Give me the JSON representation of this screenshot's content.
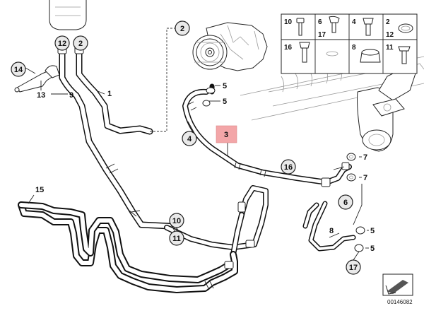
{
  "callouts": {
    "c1": "1",
    "c2a": "2",
    "c2b": "2",
    "c3": "3",
    "c4": "4",
    "c5a": "5",
    "c5b": "5",
    "c5c": "5",
    "c5d": "5",
    "c6": "6",
    "c7a": "7",
    "c7b": "7",
    "c8": "8",
    "c9": "9",
    "c10": "10",
    "c11": "11",
    "c12": "12",
    "c13": "13",
    "c14": "14",
    "c15": "15",
    "c16": "16",
    "c17": "17"
  },
  "parts_kit": {
    "cells": [
      {
        "id": "k10",
        "label": "10"
      },
      {
        "id": "k6",
        "label": "6"
      },
      {
        "id": "k4",
        "label": "4"
      },
      {
        "id": "k2",
        "label": "2"
      },
      {
        "id": "k17",
        "label": "17"
      },
      {
        "id": "k12",
        "label": "12"
      },
      {
        "id": "k16",
        "label": "16"
      },
      {
        "id": "k8",
        "label": "8"
      },
      {
        "id": "k11",
        "label": "11"
      }
    ]
  },
  "reference_code": "00146082",
  "colors": {
    "highlight": "#f3a6a8",
    "ink": "#111111",
    "callout_fill": "#e9e9e9"
  }
}
